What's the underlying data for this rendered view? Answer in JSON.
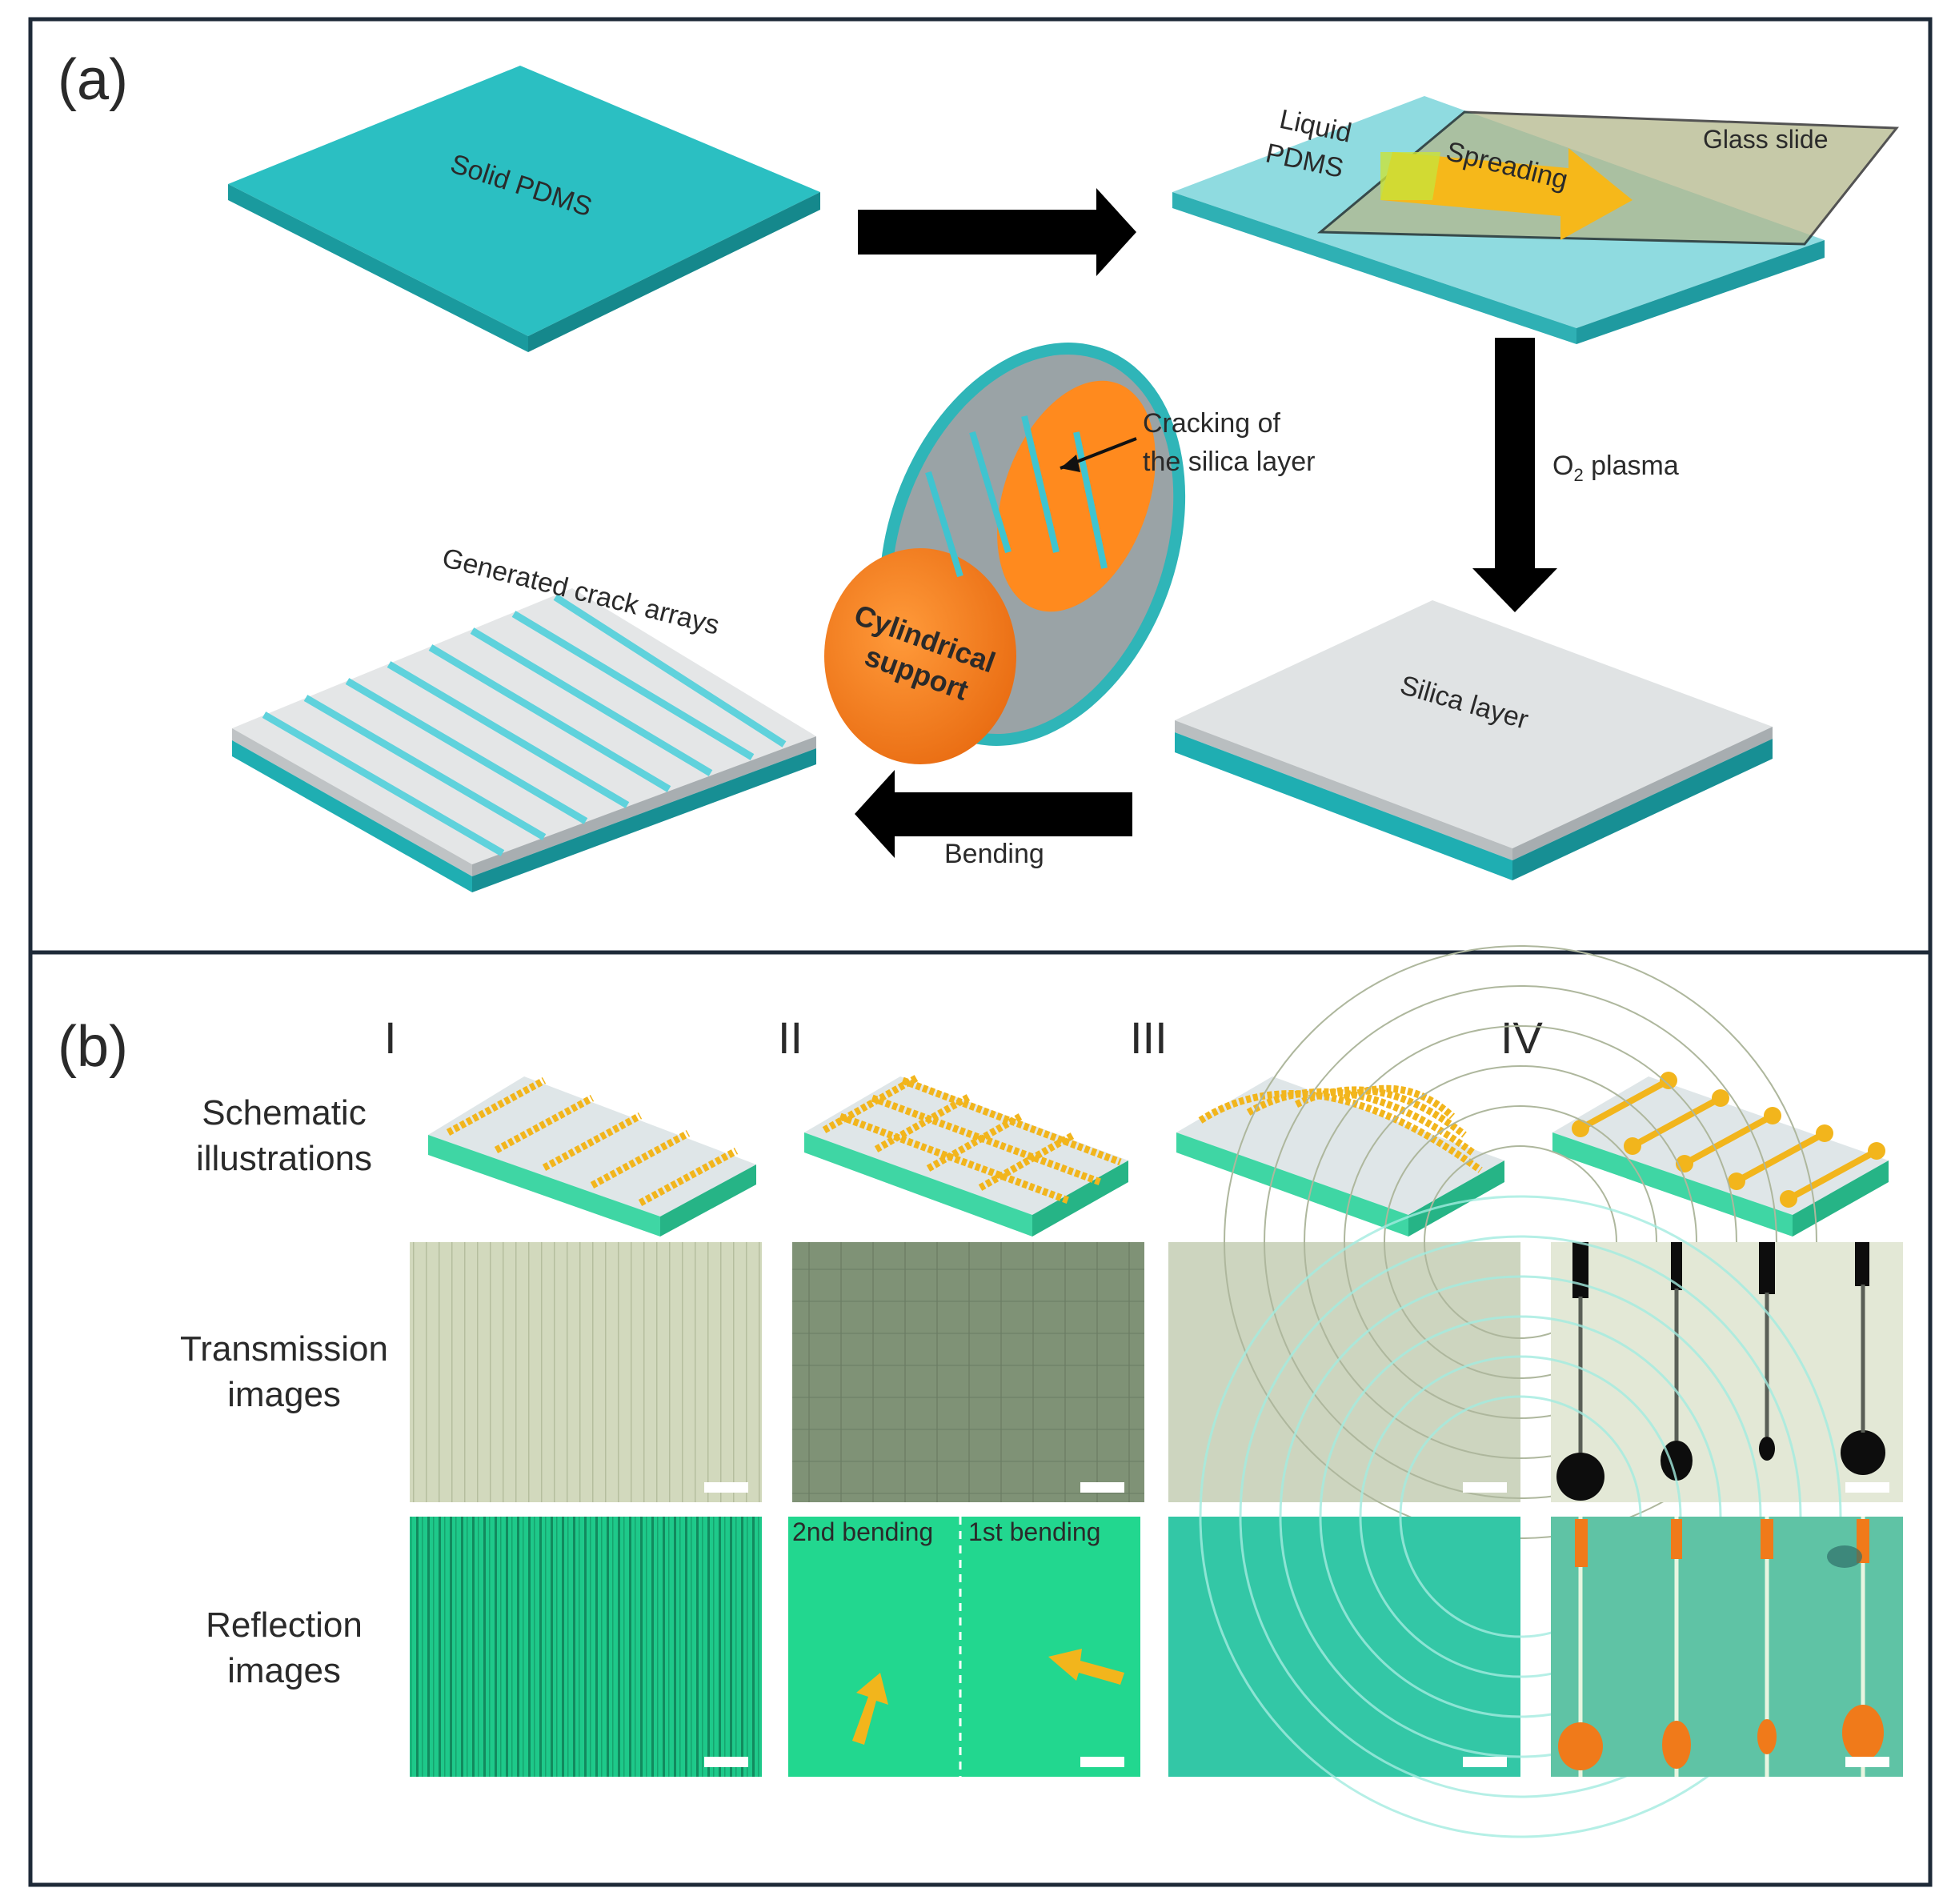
{
  "panel_a": {
    "label": "(a)",
    "solid_pdms": "Solid PDMS",
    "liquid_pdms_line1": "Liquid",
    "liquid_pdms_line2": "PDMS",
    "spreading": "Spreading",
    "glass_slide": "Glass slide",
    "o2_plasma_prefix": "O",
    "o2_plasma_sub": "2",
    "o2_plasma_suffix": " plasma",
    "cracking_line1": "Cracking of",
    "cracking_line2": "the silica layer",
    "cylindrical_line1": "Cylindrical",
    "cylindrical_line2": "support",
    "silica_layer": "Silica layer",
    "generated": "Generated crack arrays",
    "bending": "Bending"
  },
  "panel_b": {
    "label": "(b)",
    "columns": [
      "I",
      "II",
      "III",
      "IV"
    ],
    "rows": [
      {
        "line1": "Schematic",
        "line2": "illustrations"
      },
      {
        "line1": "Transmission",
        "line2": "images"
      },
      {
        "line1": "Reflection",
        "line2": "images"
      }
    ],
    "bending_2nd": "2nd bending",
    "bending_1st": "1st bending"
  },
  "colors": {
    "border": "#1e2a38",
    "pdms_teal": "#2bb3b7",
    "silica_gray": "#d9dcdd",
    "orange": "#f07a1a",
    "gold": "#f2b51c",
    "reflect_green": "#1fd08a",
    "transmit_olive": "#c9d4b3"
  }
}
